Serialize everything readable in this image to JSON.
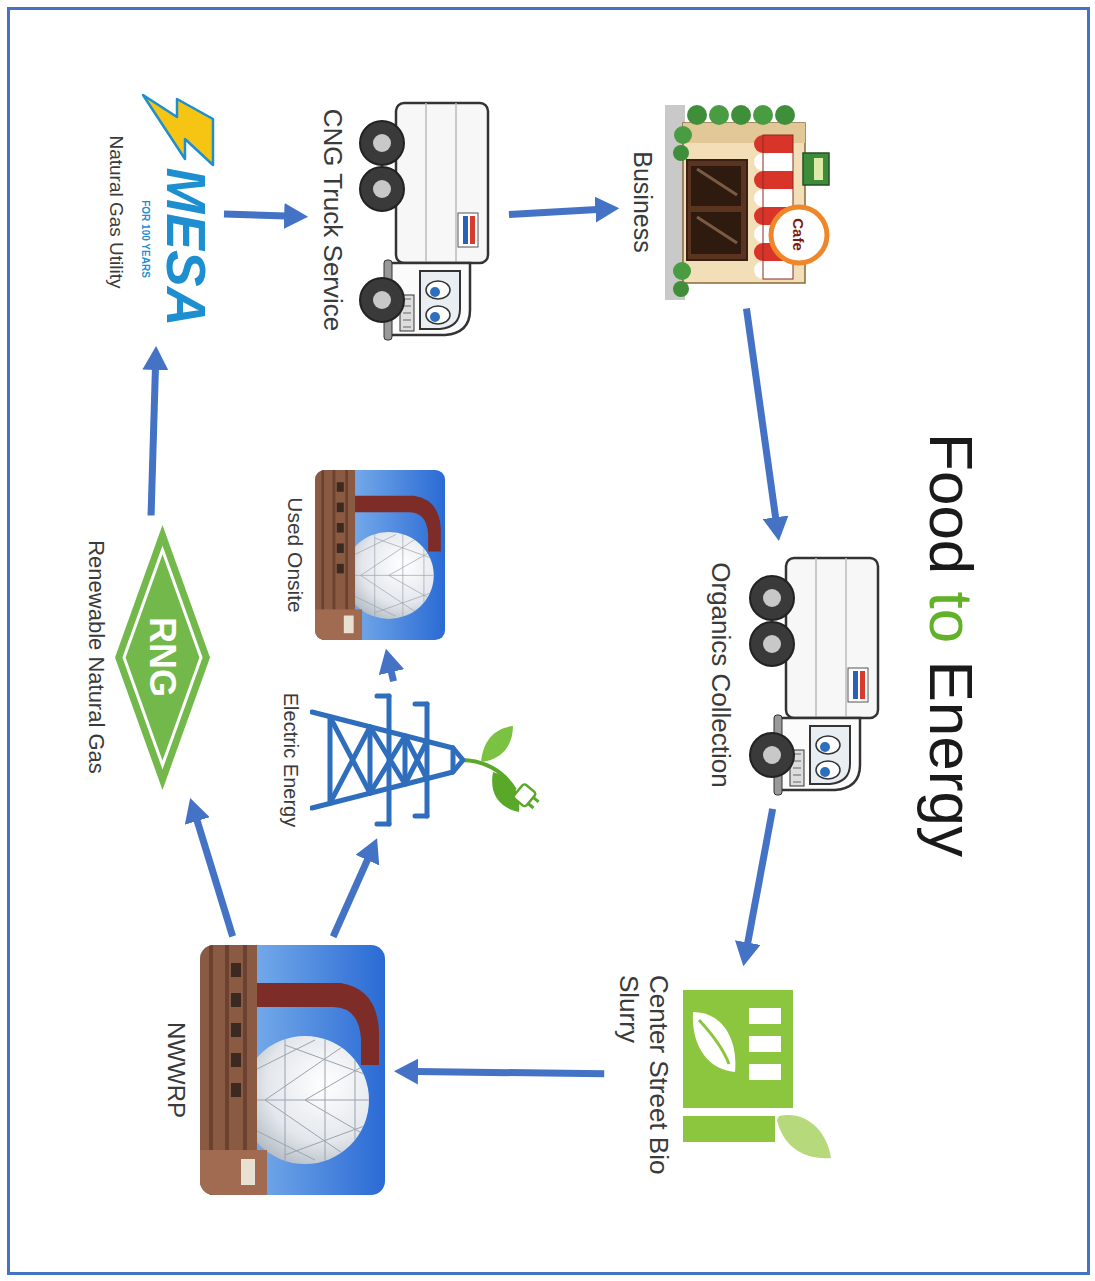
{
  "diagram": {
    "title": "Food to Energy",
    "nodes": [
      {
        "text": [
          "Cafe",
          "Business"
        ]
      },
      {
        "text": [
          "Organics Collection"
        ]
      },
      {
        "text": [
          "Center Street Bio Slurry"
        ]
      },
      {
        "text": [
          "NWWRP"
        ]
      },
      {
        "text": [
          "Electric Energy"
        ]
      },
      {
        "text": [
          "Used Onsite"
        ]
      },
      {
        "text": [
          "RNG",
          "Renewable Natural Gas"
        ]
      },
      {
        "text": [
          "MESA",
          "FOR 100 YEARS",
          "Natural Gas Utility"
        ]
      },
      {
        "text": [
          "CNG Truck Service"
        ]
      }
    ],
    "edges": [
      {
        "from": 0,
        "to": 1,
        "arrow": "to"
      },
      {
        "from": 1,
        "to": 2,
        "arrow": "to"
      },
      {
        "from": 2,
        "to": 3,
        "arrow": "to"
      },
      {
        "from": 3,
        "to": 4,
        "arrow": "to"
      },
      {
        "from": 4,
        "to": 5,
        "arrow": "to"
      },
      {
        "from": 3,
        "to": 6,
        "arrow": "to"
      },
      {
        "from": 6,
        "to": 7,
        "arrow": "to"
      },
      {
        "from": 7,
        "to": 8,
        "arrow": "to"
      },
      {
        "from": 8,
        "to": 0,
        "arrow": "to"
      }
    ]
  }
}
